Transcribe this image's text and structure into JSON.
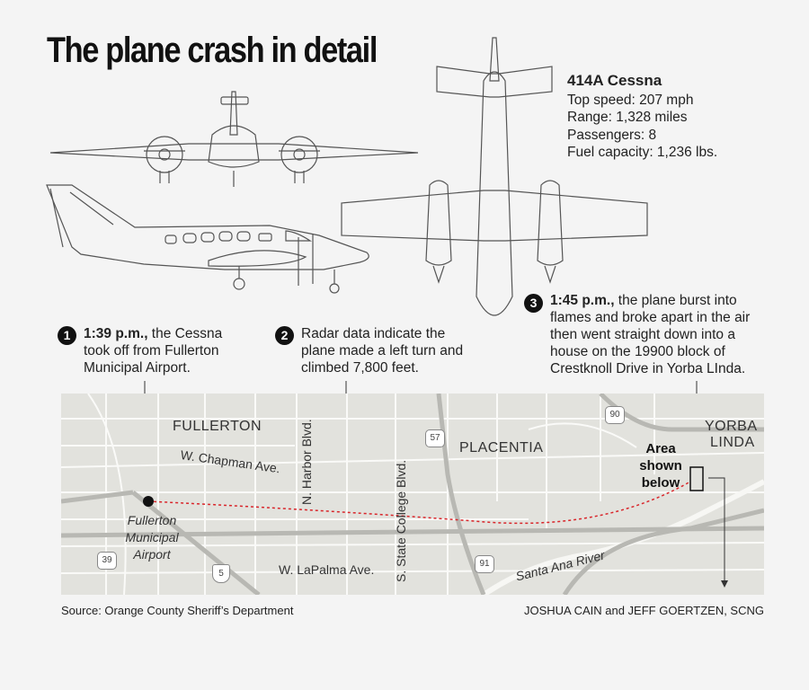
{
  "title": "The plane crash in detail",
  "plane": {
    "model": "414A Cessna",
    "specs": [
      "Top speed: 207 mph",
      "Range: 1,328 miles",
      "Passengers: 8",
      "Fuel capacity: 1,236 lbs."
    ]
  },
  "callouts": [
    {
      "num": "1",
      "time": "1:39 p.m.,",
      "text": " the Cessna took off from Fullerton Municipal Airport."
    },
    {
      "num": "2",
      "time": "",
      "text": "Radar data indicate the plane made a left turn and climbed 7,800 feet."
    },
    {
      "num": "3",
      "time": "1:45 p.m.,",
      "text": " the plane burst into flames and broke apart in the air then went straight down into a house on the 19900 block of Crestknoll Drive in Yorba LInda."
    }
  ],
  "map": {
    "cities": {
      "fullerton": "FULLERTON",
      "placentia": "PLACENTIA",
      "yorba_linda_1": "YORBA",
      "yorba_linda_2": "LINDA"
    },
    "streets": {
      "chapman": "W. Chapman Ave.",
      "lapalma": "W. LaPalma Ave.",
      "harbor": "N. Harbor Blvd.",
      "state_college": "S. State College Blvd."
    },
    "river": "Santa Ana River",
    "airport": [
      "Fullerton",
      "Municipal",
      "Airport"
    ],
    "area_label": [
      "Area",
      "shown",
      "below"
    ],
    "highways": {
      "h90": "90",
      "h57": "57",
      "h39": "39",
      "h5": "5",
      "h91": "91"
    },
    "colors": {
      "flight_path": "#d9262b",
      "land": "#e2e2dd",
      "road": "#ffffff",
      "freeway": "#b8b8b3",
      "river": "#f7f7f4"
    }
  },
  "footer": {
    "source": "Source: Orange County Sheriff’s Department",
    "credit": "JOSHUA CAIN and JEFF GOERTZEN, SCNG"
  }
}
